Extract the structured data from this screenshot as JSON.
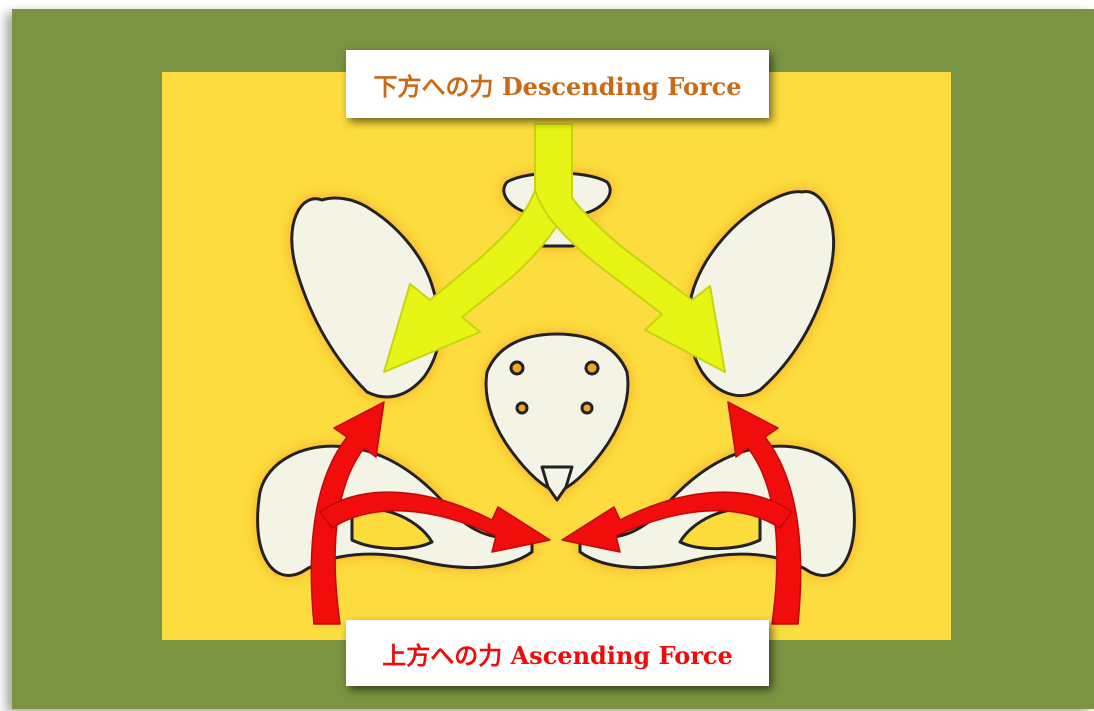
{
  "colors": {
    "background": "#7a9441",
    "panel": "#fcdc3e",
    "descending_arrow": "#e6f516",
    "ascending_arrow": "#f20d0d",
    "descending_label": "#cc6a14",
    "ascending_label": "#f00a0a",
    "bone": "#f3f3e6"
  },
  "labels": {
    "descending": "下方への力 Descending Force",
    "ascending": "上方への力 Ascending Force"
  },
  "icons": {
    "pelvis": "pelvis-bone-illustration",
    "descending_arrows": "yellow-downward-forked-arrow",
    "ascending_arrows": "red-upward-curved-arrows"
  }
}
